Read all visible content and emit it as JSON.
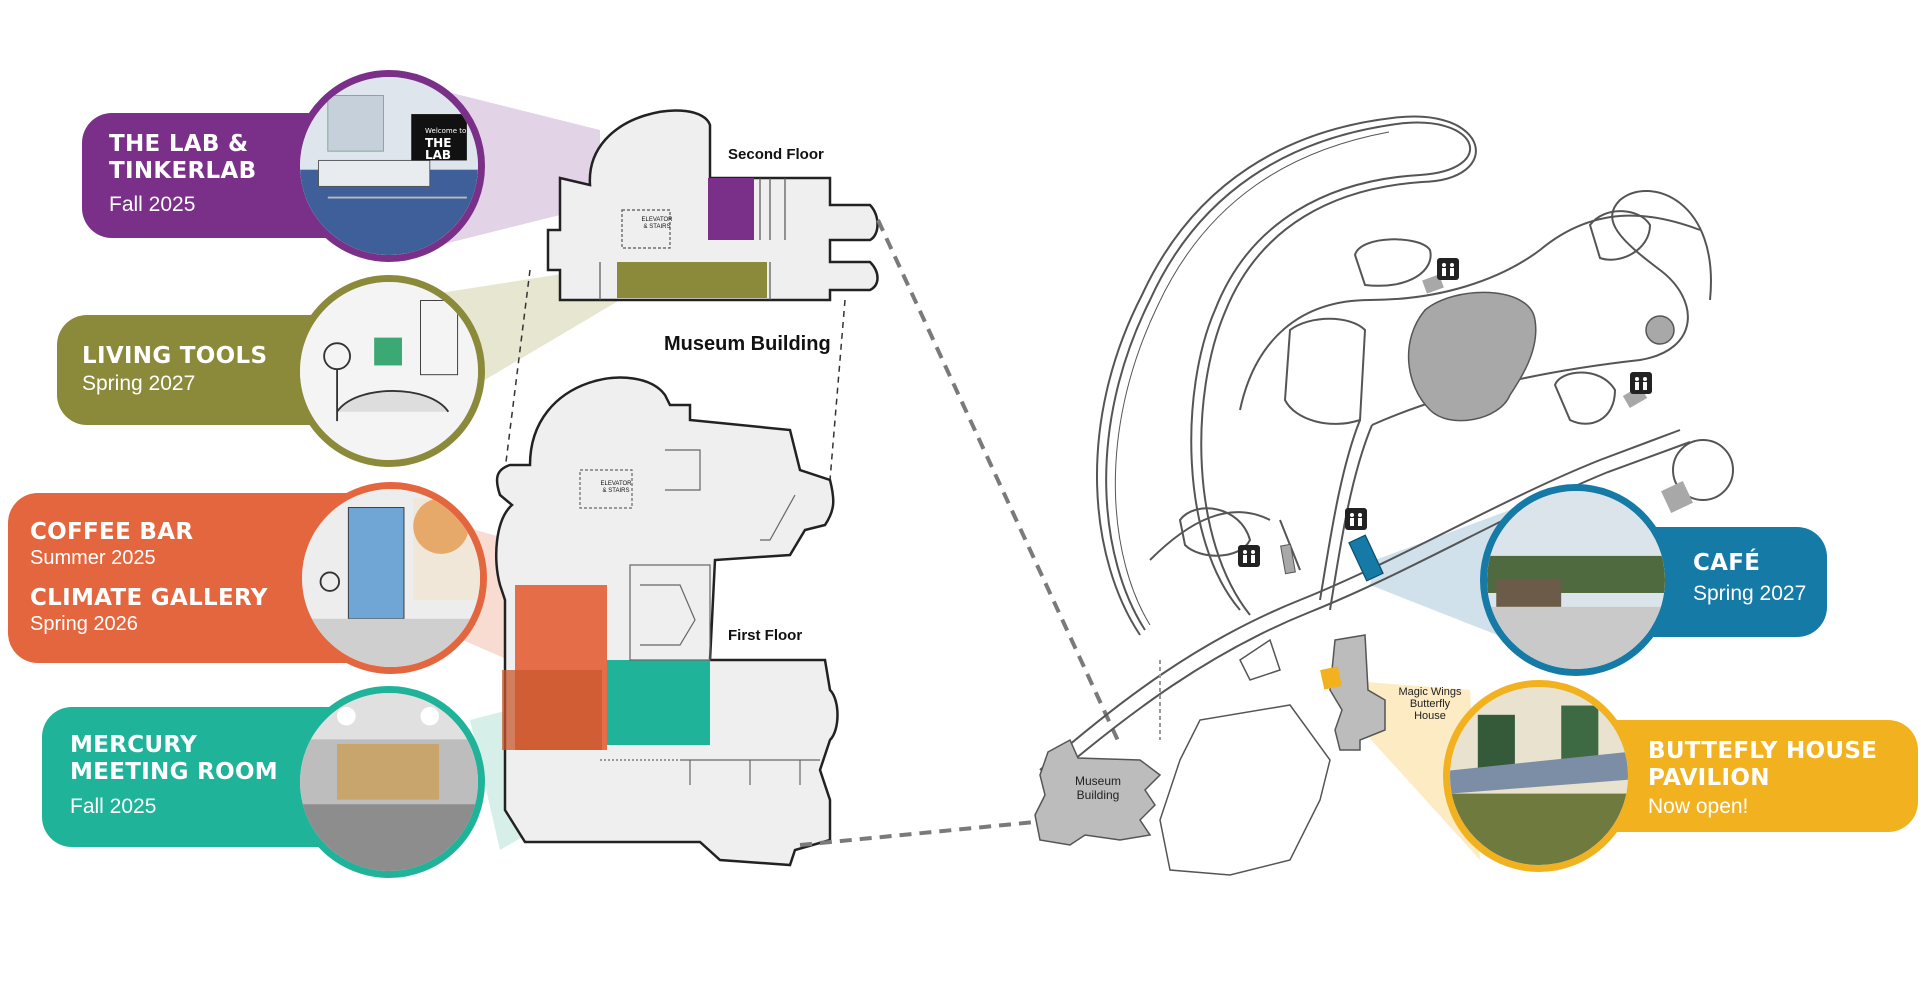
{
  "museum": {
    "title": "Museum Building",
    "second_floor": "Second Floor",
    "first_floor": "First Floor",
    "elevator_line1": "ELEVATOR",
    "elevator_line2": "& STAIRS"
  },
  "callouts": {
    "lab": {
      "title_line1": "THE LAB &",
      "title_line2": "TINKERLAB",
      "when": "Fall 2025",
      "color": "#7a2f88",
      "sign_line1": "Welcome to",
      "sign_line2": "THE LAB"
    },
    "living": {
      "title": "LIVING TOOLS",
      "when": "Spring 2027",
      "color": "#8b8a3a"
    },
    "coffee": {
      "title": "COFFEE BAR",
      "when": "Summer 2025",
      "color": "#e4663f"
    },
    "climate": {
      "title": "CLIMATE GALLERY",
      "when": "Spring 2026",
      "color": "#e4663f"
    },
    "mercury": {
      "title_line1": "MERCURY",
      "title_line2": "MEETING ROOM",
      "when": "Fall 2025",
      "color": "#1fb39a"
    },
    "cafe": {
      "title": "CAFÉ",
      "when": "Spring 2027",
      "color": "#157aa6"
    },
    "butterfly": {
      "title_line1": "BUTTEFLY HOUSE",
      "title_line2": "PAVILION",
      "when": "Now open!",
      "color": "#f2b21f"
    }
  },
  "campus_map": {
    "museum_line1": "Museum",
    "museum_line2": "Building",
    "butterfly_line1": "Magic Wings",
    "butterfly_line2": "Butterfly",
    "butterfly_line3": "House"
  }
}
